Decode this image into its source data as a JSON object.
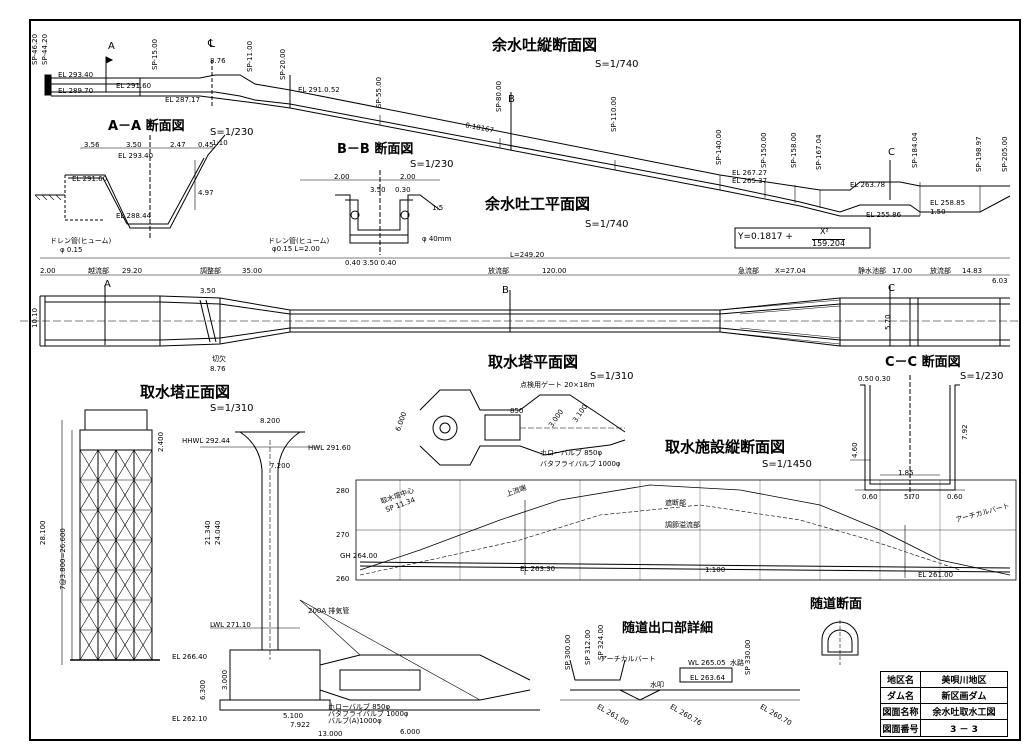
{
  "titles": {
    "spillway_profile": "余水吐縦断面図",
    "spillway_profile_scale": "S=1/740",
    "aa_section": "A－A 断面図",
    "aa_scale": "S=1/230",
    "bb_section": "B－B 断面図",
    "bb_scale": "S=1/230",
    "spillway_plan": "余水吐工平面図",
    "spillway_plan_scale": "S=1/740",
    "intake_tower_plan": "取水塔平面図",
    "intake_tower_plan_scale": "S=1/310",
    "cc_section": "C－C 断面図",
    "cc_scale": "S=1/230",
    "intake_tower_front": "取水塔正面図",
    "intake_tower_front_scale": "S=1/310",
    "intake_profile": "取水施設縦断面図",
    "intake_profile_scale": "S=1/1450",
    "tunnel_outlet": "随道出口部詳細",
    "tunnel_section": "随道断面"
  },
  "formula": {
    "lhs": "Y=0.1817 +",
    "numerator": "X²",
    "denominator": "159.204"
  },
  "profile_labels": {
    "sp1": "SP-46.20",
    "sp2": "SP-44.20",
    "sp3": "SP-15.00",
    "sp4": "SP-11.00",
    "sp5": "SP-20.00",
    "sp6": "SP-55.00",
    "sp7": "SP-80.00",
    "sp8": "SP-110.00",
    "sp9": "SP-140.00",
    "sp10": "SP-150.00",
    "sp11": "SP-158.00",
    "sp12": "SP-167.04",
    "sp13": "SP-184.04",
    "sp14": "SP-198.97",
    "sp15": "SP-205.00",
    "el1": "EL 293.40",
    "el2": "EL 291.60",
    "el3": "EL 289.70",
    "el4": "EL 287.17",
    "el5": "EL 291.0.52",
    "el6": "EL 267.27",
    "el7": "EL 265.37",
    "el8": "EL 263.78",
    "el9": "EL 255.86",
    "el10": "EL 258.85",
    "grad": "0.18167",
    "dim1": "8.76",
    "dim2": "1.50",
    "sec_a": "A",
    "sec_b": "B",
    "sec_c": "C",
    "cl": "℄"
  },
  "aa_labels": {
    "d1": "3.56",
    "d2": "3.50",
    "d3": "2.47",
    "d4": "0.45",
    "el1": "EL 293.40",
    "el2": "EL 291.60",
    "el3": "EL 288.44",
    "r1": "1:10",
    "r2": "4.97",
    "drain": "ドレン管(ヒューム)",
    "drain2": "φ 0.15"
  },
  "bb_labels": {
    "d1": "2.00",
    "d2": "3.50",
    "d3": "0.30",
    "d4": "2.00",
    "dims": "0.40   3.50   0.40",
    "r1": "1:5",
    "pipe": "φ 40mm",
    "drain": "ドレン管(ヒューム)",
    "drain2": "φ0.15 L=2.00"
  },
  "plan_labels": {
    "total": "L=249.20",
    "s1": "2.00",
    "s2": "29.20",
    "s3": "35.00",
    "s4": "120.00",
    "s5": "X=27.04",
    "s6": "17.00",
    "s7": "14.83",
    "s8": "6.03",
    "n1": "越流部",
    "n2": "調整部",
    "n3": "放流部",
    "n4": "急流部",
    "n5": "静水池部",
    "n6": "放流部",
    "w1": "10.10",
    "w2": "3.50",
    "w3": "8.76",
    "w4": "5.70",
    "cut": "切欠",
    "sec_a": "A",
    "sec_b": "B",
    "sec_c": "C"
  },
  "cc_labels": {
    "d1": "0.50",
    "d2": "0.30",
    "h1": "7.92",
    "h2": "4.60",
    "w1": "1.85",
    "b1": "0.60",
    "b2": "5.70",
    "b3": "0.60"
  },
  "tower_labels": {
    "w": "8.200",
    "hwl": "HHWL 292.44",
    "hwl2": "HWL 291.60",
    "lwl": "LWL 271.10",
    "el1": "EL 266.40",
    "el2": "EL 262.10",
    "h1": "21.340",
    "h2": "24.040",
    "h3": "28.100",
    "h4": "6.300",
    "h5": "3.000",
    "h6": "5.100",
    "h7": "7.922",
    "h8": "13.000",
    "h9": "6.000",
    "h10": "7.200",
    "v1": "200A 排気管",
    "v2": "ホローバルブ 850φ",
    "v3": "バタフライバルブ 1000φ",
    "v4": "バルブ(A)1000φ",
    "pitch": "7@3.800=26.600",
    "tower_h": "2.400"
  },
  "tplan_labels": {
    "d1": "6.000",
    "d2": "3.000",
    "d3": "850",
    "d4": "3.100",
    "v1": "ホローバルブ 850φ",
    "v2": "バタフライバルブ 1000φ",
    "v3": "点検用ゲート 20×18m"
  },
  "profile2_labels": {
    "y1": "280",
    "y2": "270",
    "y3": "260",
    "el1": "EL 263.30",
    "el2": "EL 261.00",
    "grad": "1:100",
    "sp1": "SP 11.34",
    "gh": "GH 264.00",
    "t1": "取水塔中心",
    "t2": "上流端",
    "t3": "遮断部",
    "t4": "調節溢流部",
    "t5": "アーチカルバート"
  },
  "outlet_labels": {
    "sp1": "SP 300.00",
    "sp2": "SP 312.00",
    "sp3": "SP 324.00",
    "sp4": "SP 330.00",
    "wl": "WL 265.05",
    "el1": "EL 263.64",
    "el2": "EL 261.00",
    "el3": "EL 260.76",
    "el4": "EL 260.70",
    "n1": "水路",
    "n2": "水叩",
    "n3": "アーチカルバート"
  },
  "title_block": [
    {
      "key": "地区名",
      "value": "美唄川地区"
    },
    {
      "key": "ダム名",
      "value": "新区画ダム"
    },
    {
      "key": "図面名称",
      "value": "余水吐取水工図"
    },
    {
      "key": "図面番号",
      "value": "3 － 3"
    }
  ]
}
